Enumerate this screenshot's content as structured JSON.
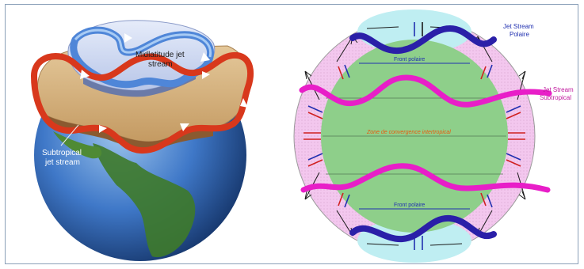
{
  "left_panel": {
    "label_midlatitude": [
      "Midlatitude jet",
      "stream"
    ],
    "label_subtropical": [
      "Subtropical",
      "jet stream"
    ]
  },
  "right_panel": {
    "label_jet_polar": [
      "Jet Stream",
      "Polaire"
    ],
    "label_jet_subtropical": [
      "Jet Stream",
      "Subtropical"
    ],
    "label_front_top": "Front polaire",
    "label_front_bottom": "Front polaire",
    "label_itcz": "Zone de convergence intertropical"
  },
  "colors": {
    "polar_jet": "#2a1fa8",
    "subtropical_jet": "#e81ec8",
    "ocean": "#3f78c8",
    "land_green": "#3e7a2a",
    "green_zone": "#8ecf8a",
    "pink_zone": "#f3c7ee",
    "cyan_zone": "#bfeef2",
    "itcz_text": "#e85a10",
    "front_text": "#2030b0"
  }
}
